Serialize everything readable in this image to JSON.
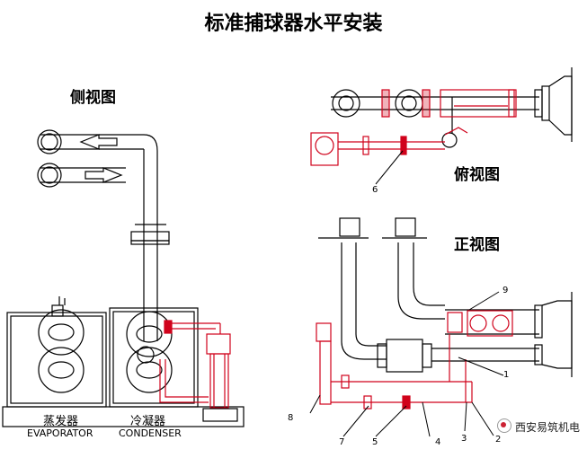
{
  "title": "标准捕球器水平安装",
  "views": {
    "side": "侧视图",
    "top": "俯视图",
    "front": "正视图"
  },
  "equipment": {
    "evaporator_cn": "蒸发器",
    "evaporator_en": "EVAPORATOR",
    "condenser_cn": "冷凝器",
    "condenser_en": "CONDENSER"
  },
  "callouts": [
    "1",
    "2",
    "3",
    "4",
    "5",
    "6",
    "7",
    "8",
    "9"
  ],
  "watermark": "西安易筑机电",
  "colors": {
    "line": "#000000",
    "accent": "#d0021b"
  }
}
